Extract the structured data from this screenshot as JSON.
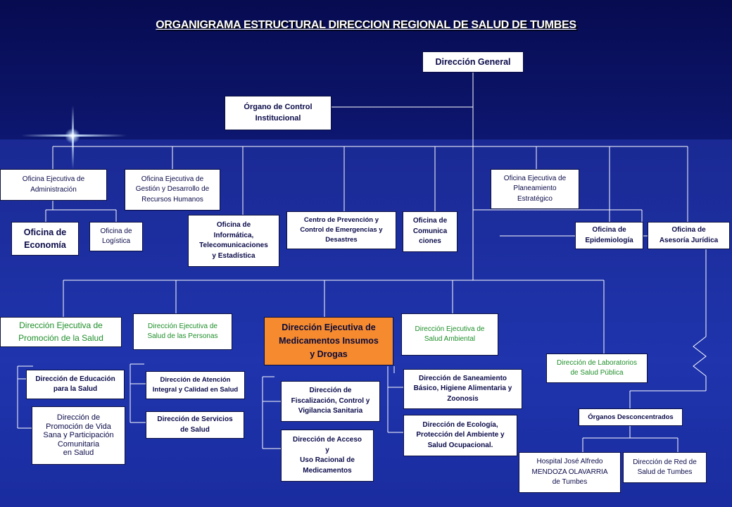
{
  "title": "ORGANIGRAMA ESTRUCTURAL DIRECCION REGIONAL DE SALUD DE TUMBES",
  "nodes": {
    "direccion_general": "Dirección General",
    "control_institucional": "Órgano  de Control\nInstitucional",
    "of_administracion": "Oficina Ejecutiva de\nAdministración",
    "of_rrhh": "Oficina Ejecutiva de\nGestión y Desarrollo de\nRecursos Humanos",
    "of_informatica": "Oficina de\nInformática,\nTelecomunicaciones\ny Estadística",
    "centro_prevencion": "Centro de Prevención y\nControl de Emergencias y\nDesastres",
    "of_comunicaciones": "Oficina de\nComunica\nciones",
    "of_planeamiento": "Oficina  Ejecutiva de\nPlaneamiento\nEstratégico",
    "of_epidemiologia": "Oficina de\nEpidemiología",
    "of_asesoria": "Oficina de\nAsesoría Jurídica",
    "of_economia": "Oficina de\nEconomía",
    "of_logistica": "Oficina de\nLogística",
    "de_promocion": "Dirección Ejecutiva de\nPromoción de la Salud",
    "de_personas": "Dirección Ejecutiva de\nSalud de las Personas",
    "de_medicamentos": "Dirección Ejecutiva de\nMedicamentos Insumos\ny Drogas",
    "de_ambiental": "Dirección Ejecutiva de\nSalud Ambiental",
    "dir_laboratorios": "Dirección de Laboratorios\nde Salud Pública",
    "dir_educacion": "Dirección de Educación\npara la Salud",
    "dir_vida_sana": "Dirección de\nPromoción de Vida\nSana y Participación\nComunitaria\nen Salud",
    "dir_atencion": "Dirección de Atención\nIntegral y Calidad en Salud",
    "dir_servicios": "Dirección de Servicios\nde Salud",
    "dir_fiscalizacion": "Dirección de\nFiscalización, Control y\nVigilancia Sanitaria",
    "dir_acceso": "Dirección de Acceso\ny\nUso Racional de\nMedicamentos",
    "dir_saneamiento": "Dirección de Saneamiento\nBásico, Higiene Alimentaria y\nZoonosis",
    "dir_ecologia": "Dirección de Ecología,\nProtección del Ambiente y\nSalud Ocupacional.",
    "organos_desconcentrados": "Órganos Desconcentrados",
    "hospital": "Hospital José Alfredo\nMENDOZA OLAVARRIA\nde Tumbes",
    "red_salud": "Dirección de Red de\nSalud de Tumbes"
  }
}
